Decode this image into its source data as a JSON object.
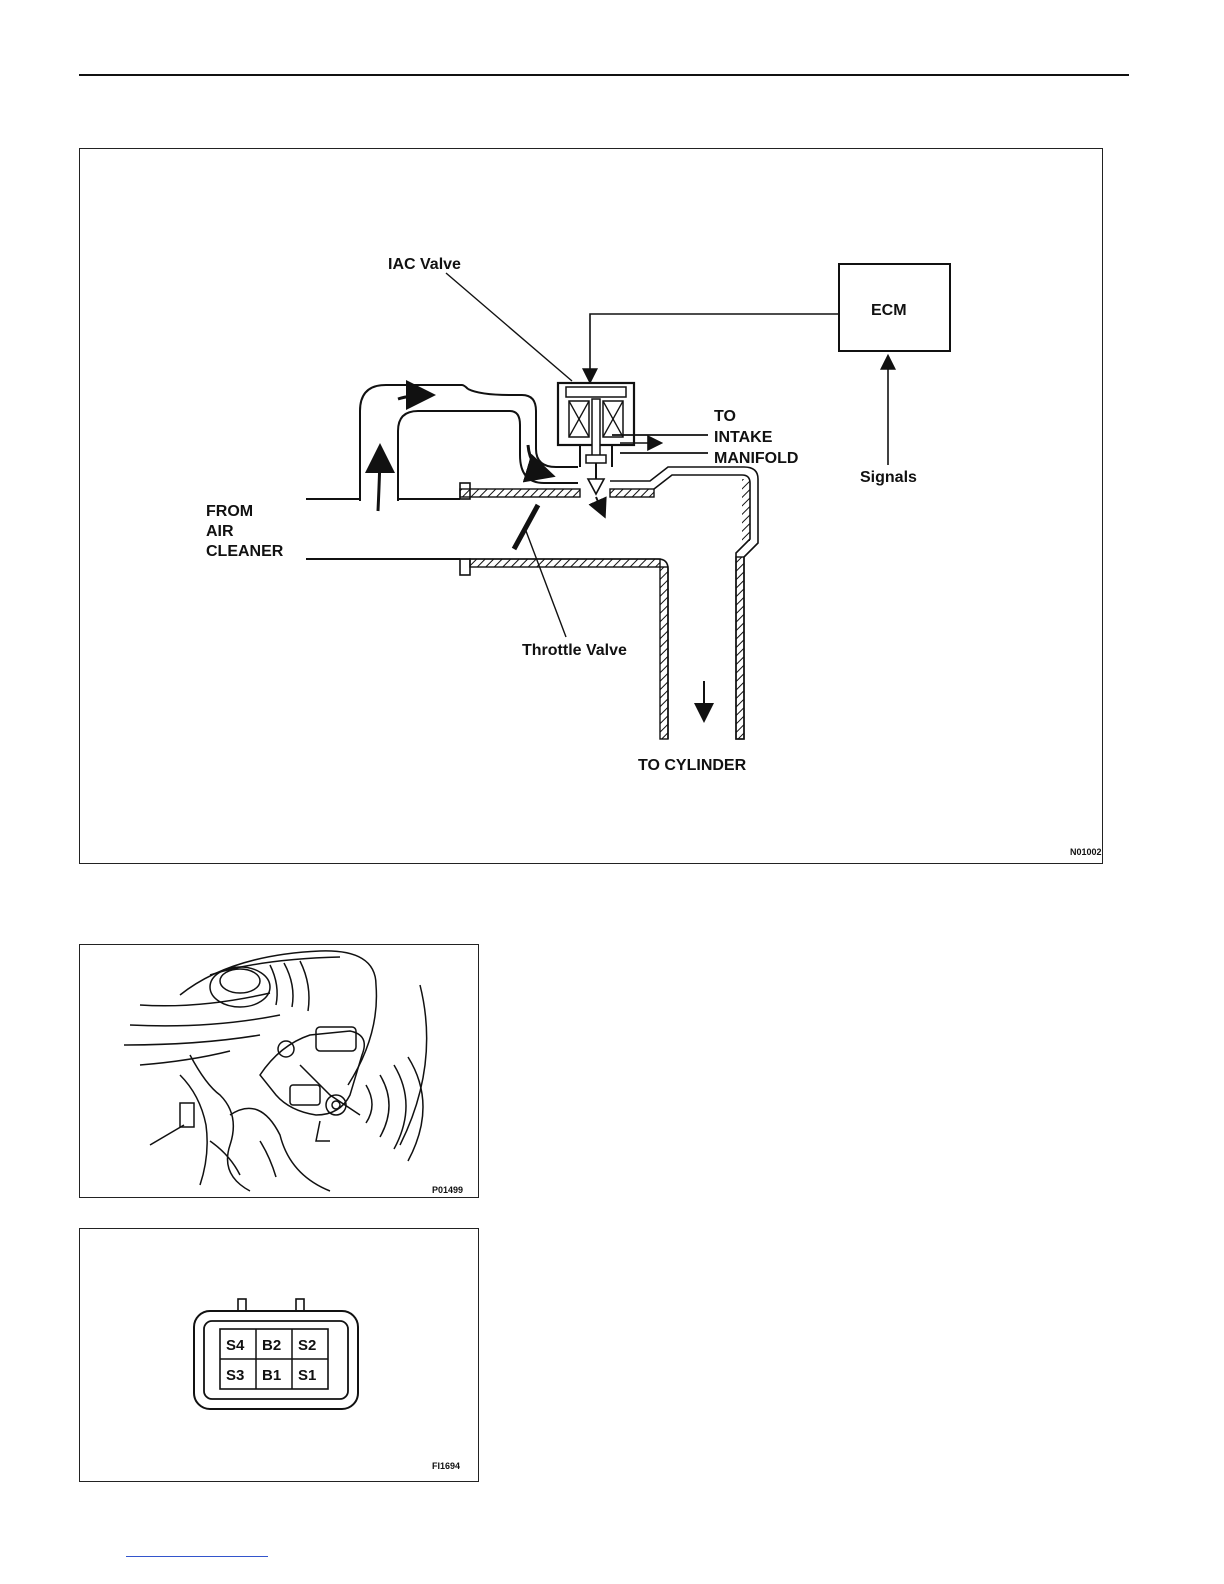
{
  "main_figure": {
    "labels": {
      "iac_valve": "IAC Valve",
      "ecm": "ECM",
      "to": "TO",
      "intake": "INTAKE",
      "manifold": "MANIFOLD",
      "signals": "Signals",
      "from": "FROM",
      "air": "AIR",
      "cleaner": "CLEANER",
      "throttle_valve": "Throttle Valve",
      "to_cylinder": "TO CYLINDER"
    },
    "figure_code": "N01002"
  },
  "photo_figure": {
    "figure_code": "P01499"
  },
  "connector_figure": {
    "pins_top": [
      "S4",
      "B2",
      "S2"
    ],
    "pins_bottom": [
      "S3",
      "B1",
      "S1"
    ],
    "figure_code": "FI1694"
  }
}
